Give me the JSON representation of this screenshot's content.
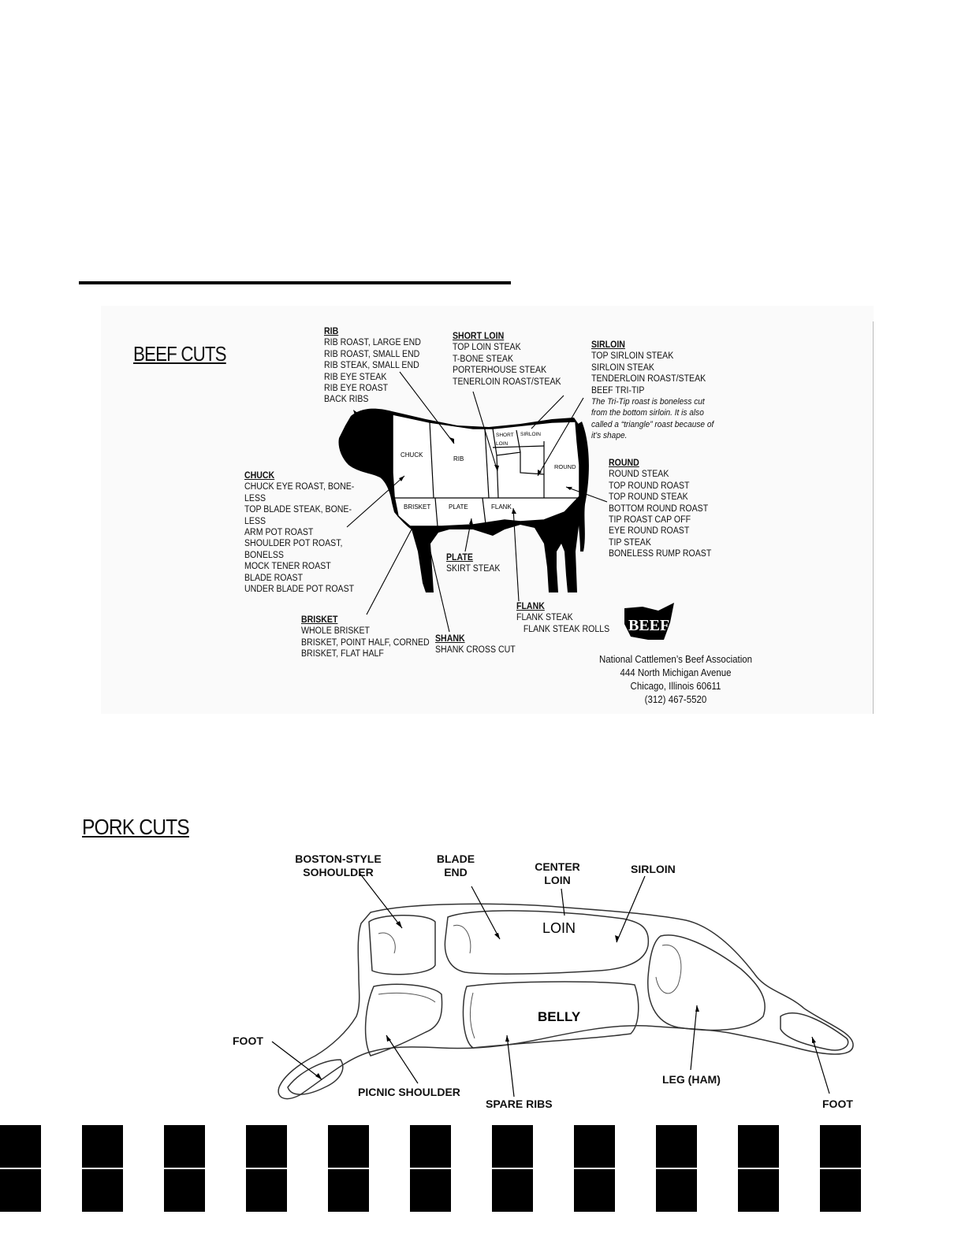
{
  "beef": {
    "title": "BEEF CUTS",
    "rib": {
      "head": "RIB",
      "lines": [
        "RIB ROAST, LARGE END",
        "RIB ROAST, SMALL END",
        "RIB STEAK, SMALL END",
        "RIB EYE STEAK",
        "RIB EYE ROAST",
        "BACK RIBS"
      ]
    },
    "short_loin": {
      "head": "SHORT LOIN",
      "lines": [
        "TOP LOIN STEAK",
        "T-BONE STEAK",
        "PORTERHOUSE STEAK",
        "TENERLOIN ROAST/STEAK"
      ]
    },
    "sirloin": {
      "head": "SIRLOIN",
      "lines": [
        "TOP SIRLOIN STEAK",
        "SIRLOIN STEAK",
        "TENDERLOIN ROAST/STEAK",
        "BEEF TRI-TIP"
      ],
      "notes": [
        "The Tri-Tip roast is boneless cut",
        "from the bottom sirloin.  It is also",
        "called a “triangle” roast because of",
        "it’s shape."
      ]
    },
    "round": {
      "head": "ROUND",
      "lines": [
        "ROUND STEAK",
        "TOP ROUND ROAST",
        "TOP ROUND STEAK",
        "BOTTOM ROUND ROAST",
        "TIP ROAST CAP OFF",
        "EYE ROUND ROAST",
        "TIP STEAK",
        "BONELESS RUMP ROAST"
      ]
    },
    "chuck": {
      "head": "CHUCK",
      "lines": [
        "CHUCK EYE ROAST, BONE-",
        "LESS",
        "TOP BLADE STEAK, BONE-",
        "LESS",
        "ARM POT ROAST",
        "SHOULDER POT ROAST,",
        "BONELSS",
        "MOCK TENER ROAST",
        "BLADE ROAST",
        "UNDER BLADE POT ROAST"
      ]
    },
    "plate": {
      "head": "PLATE",
      "lines": [
        "SKIRT STEAK"
      ]
    },
    "flank": {
      "head": "FLANK",
      "lines": [
        "FLANK STEAK",
        "   FLANK STEAK ROLLS"
      ]
    },
    "brisket": {
      "head": "BRISKET",
      "lines": [
        "WHOLE BRISKET",
        "BRISKET, POINT HALF, CORNED",
        "BRISKET, FLAT HALF"
      ]
    },
    "shank": {
      "head": "SHANK",
      "lines": [
        "SHANK CROSS CUT"
      ]
    },
    "diagram_labels": {
      "chuck": "CHUCK",
      "rib": "RIB",
      "short": "SHORT",
      "loin": "LOIN",
      "sirloin": "SIRLOIN",
      "round": "ROUND",
      "brisket": "BRISKET",
      "plate": "PLATE",
      "flank": "FLANK"
    },
    "logo_text": "BEEF",
    "association": [
      "National Cattlemen’s Beef Association",
      "444 North Michigan Avenue",
      "Chicago, Illinois 60611",
      "(312) 467-5520"
    ]
  },
  "pork": {
    "title": "PORK CUTS",
    "labels": {
      "boston_1": "BOSTON-STYLE",
      "boston_2": "SOHOULDER",
      "blade_1": "BLADE",
      "blade_2": "END",
      "center_1": "CENTER",
      "center_2": "LOIN",
      "sirloin": "SIRLOIN",
      "loin": "LOIN",
      "belly": "BELLY",
      "foot_front": "FOOT",
      "picnic": "PICNIC SHOULDER",
      "spare_ribs": "SPARE RIBS",
      "leg": "LEG (HAM)",
      "foot_back": "FOOT"
    }
  }
}
